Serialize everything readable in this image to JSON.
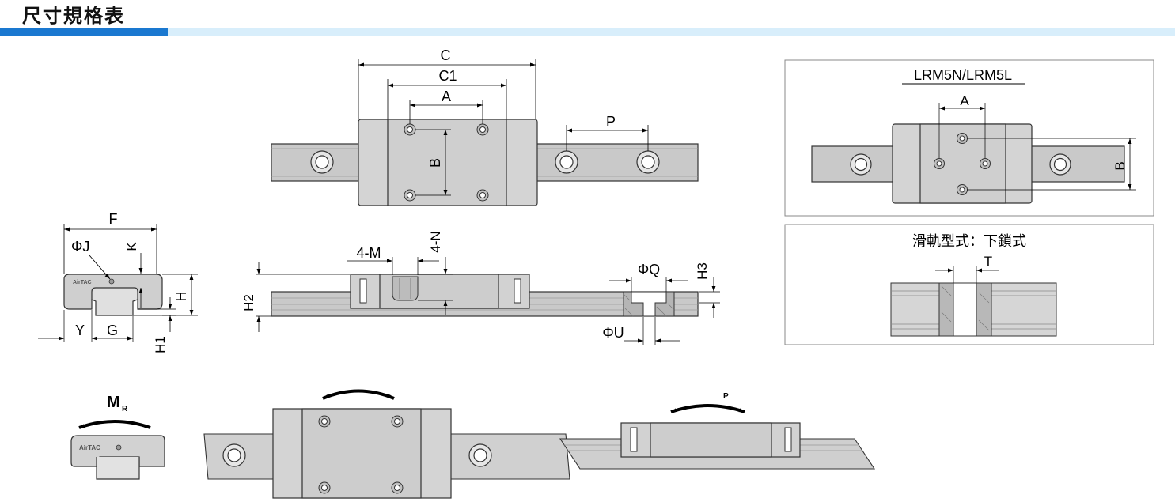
{
  "page": {
    "title": "尺寸規格表"
  },
  "front_view": {
    "labels": {
      "c": "C",
      "c1": "C1",
      "a": "A",
      "p": "P",
      "b": "B"
    }
  },
  "side_view": {
    "labels": {
      "f": "F",
      "phi_j": "ΦJ",
      "k": "K",
      "h": "H",
      "y": "Y",
      "g": "G",
      "h1": "H1",
      "logo": "AirTAC"
    }
  },
  "elevation_view": {
    "labels": {
      "m": "4-M",
      "n": "4-N",
      "h2": "H2",
      "phi_q": "ΦQ",
      "h3": "H3",
      "phi_u": "ΦU"
    }
  },
  "inset_lrm5": {
    "title": "LRM5N/LRM5L",
    "labels": {
      "a": "A",
      "b": "B"
    }
  },
  "inset_bottom_lock": {
    "title": "滑軌型式：下鎖式",
    "labels": {
      "t": "T"
    }
  },
  "moments": {
    "mr_main": "M",
    "mr_sub": "R",
    "mp": "P",
    "logo": "AirTAC"
  }
}
